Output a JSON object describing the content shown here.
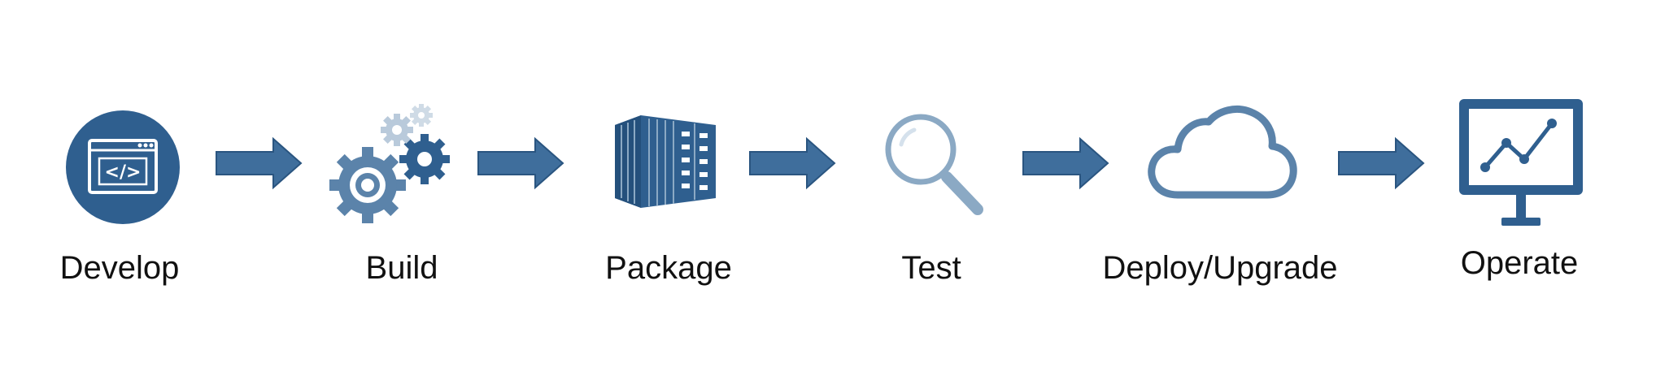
{
  "colors": {
    "primary": "#2f5f8f",
    "primary_light": "#8ba9c4",
    "gear_light": "#b9cadb",
    "arrow_fill": "#3f6e9c",
    "arrow_stroke": "#2a5580",
    "text": "#111111",
    "background": "#ffffff"
  },
  "stages": [
    {
      "id": "develop",
      "label": "Develop",
      "icon": "code-window-icon"
    },
    {
      "id": "build",
      "label": "Build",
      "icon": "gears-icon"
    },
    {
      "id": "package",
      "label": "Package",
      "icon": "container-icon"
    },
    {
      "id": "test",
      "label": "Test",
      "icon": "magnifier-icon"
    },
    {
      "id": "deploy",
      "label": "Deploy/Upgrade",
      "icon": "cloud-icon"
    },
    {
      "id": "operate",
      "label": "Operate",
      "icon": "monitor-chart-icon"
    }
  ],
  "develop_icon_text": "</>"
}
